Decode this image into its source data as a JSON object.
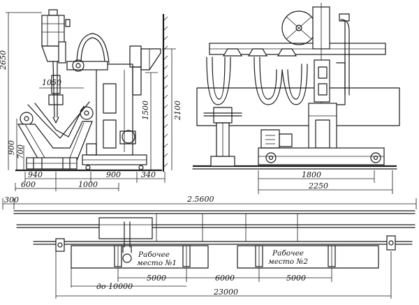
{
  "dimensions": {
    "d2650": "2650",
    "d1050": "1050",
    "d900": "900",
    "d700": "700",
    "d1500": "1500",
    "d2100": "2100",
    "d940": "940",
    "d600": "600",
    "d900b": "900",
    "d340": "340",
    "d1000": "1000",
    "d1800": "1800",
    "d2250": "2250",
    "d300": "300",
    "d25600": "2.5600",
    "d_upto_10000": "до 10000",
    "d5000a": "5000",
    "d6000": "6000",
    "d5000b": "5000",
    "d23000": "23000"
  },
  "workstations": [
    {
      "line1": "Рабочее",
      "line2": "место №1"
    },
    {
      "line1": "Рабочее",
      "line2": "место №2"
    }
  ]
}
